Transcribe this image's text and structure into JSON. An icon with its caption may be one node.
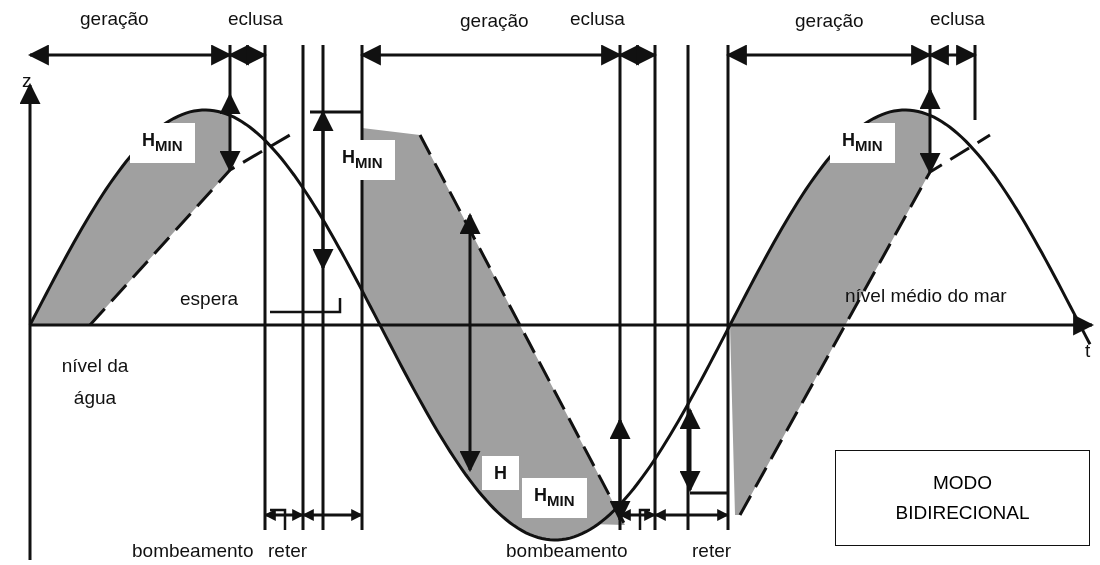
{
  "diagram": {
    "nodes": [
      {
        "text": [
          "MODO BIDIRECIONAL"
        ]
      }
    ],
    "labels": [
      "geração",
      "eclusa",
      "geração",
      "eclusa",
      "geração",
      "eclusa",
      "z",
      "H$_{MIN}$",
      "H$_{MIN}$",
      "H$_{MIN}$",
      "espera",
      "nível médio do mar",
      "t",
      "nível da água",
      "H",
      "H$_{MIN}$",
      "bombeamento",
      "reter",
      "bombeamento",
      "reter"
    ]
  }
}
